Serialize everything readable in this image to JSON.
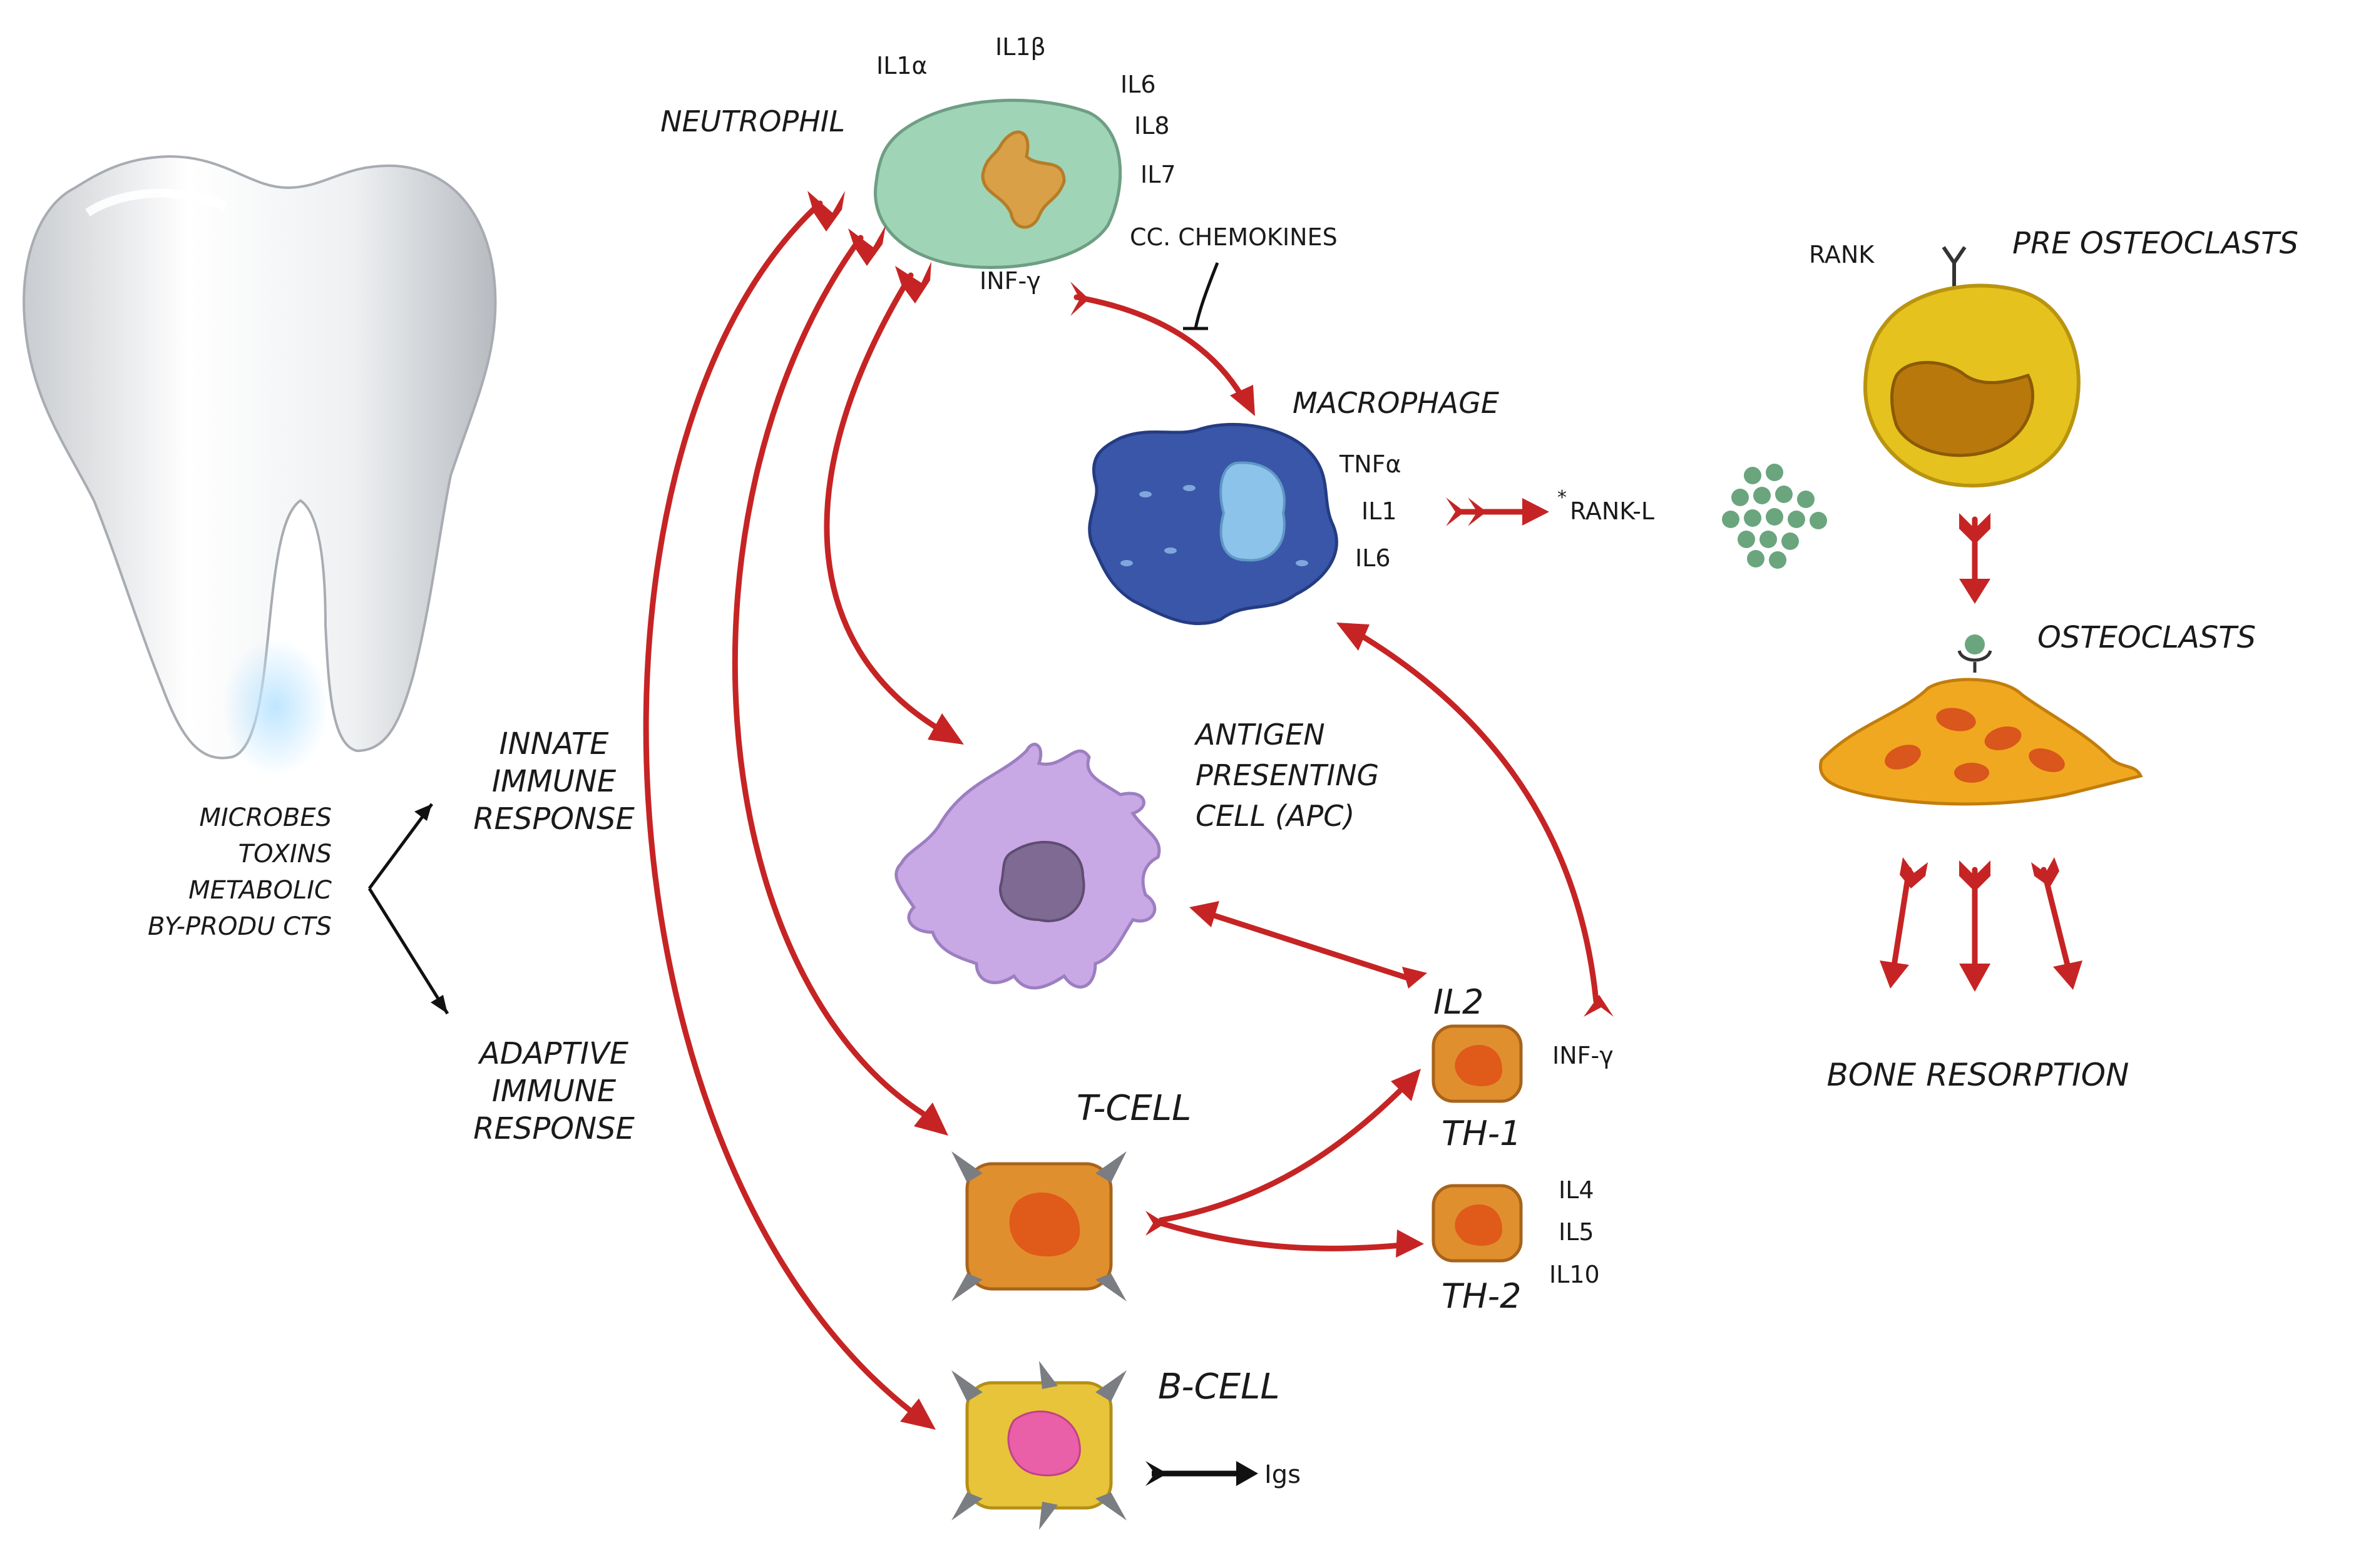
{
  "triggers": [
    "MICROBES",
    "TOXINS",
    "METABOLIC",
    "BY-PRODU CTS"
  ],
  "responses": {
    "innate": [
      "INNATE",
      "IMMUNE",
      "RESPONSE"
    ],
    "adaptive": [
      "ADAPTIVE",
      "IMMUNE",
      "RESPONSE"
    ]
  },
  "neutrophil": {
    "name": "NEUTROPHIL",
    "cytokines": [
      "IL1α",
      "IL1β",
      "IL6",
      "IL8",
      "IL7",
      "CC. CHEMOKINES",
      "INF-γ"
    ]
  },
  "macrophage": {
    "name": "MACROPHAGE",
    "cytokines": [
      "TNFα",
      "IL1",
      "IL6"
    ]
  },
  "rankl": {
    "star": "*",
    "label": "RANK-L"
  },
  "apc": {
    "name": [
      "ANTIGEN",
      "PRESENTING",
      "CELL (APC)"
    ]
  },
  "tcell": {
    "name": "T-CELL",
    "th1": {
      "name": "TH-1",
      "cytokine_top": "IL2",
      "cytokine_side": "INF-γ"
    },
    "th2": {
      "name": "TH-2",
      "cytokines": [
        "IL4",
        "IL5",
        "IL10"
      ]
    }
  },
  "bcell": {
    "name": "B-CELL",
    "product": "Igs"
  },
  "osteo": {
    "rank": "RANK",
    "pre": "PRE OSTEOCLASTS",
    "mature": "OSTEOCLASTS",
    "outcome": "BONE RESORPTION"
  },
  "colors": {
    "arrow": "#c62424",
    "neutrophil": "#9fd4b6",
    "macrophage": "#3a56a8",
    "apc": "#c9a8e6",
    "tcell": "#e08f2e",
    "bcell": "#e8c43a",
    "preosteoclast": "#e6c21e",
    "osteoclast": "#f0a820",
    "rankl_dots": "#6aa57e"
  }
}
